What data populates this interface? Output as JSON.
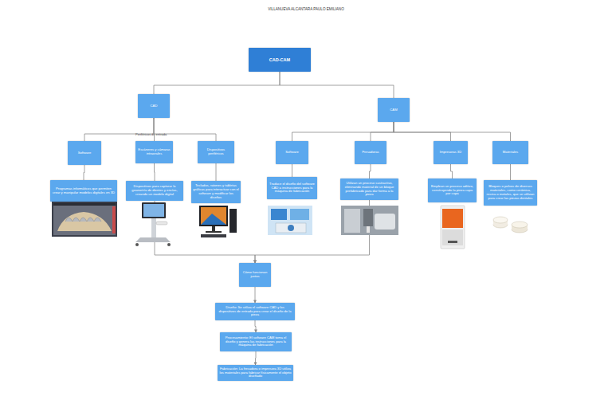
{
  "diagram": {
    "title": "VILLANUEVA ALCANTARA PAULO EMILIANO",
    "nodes": [
      {
        "text": [
          "CAD-CAM"
        ]
      },
      {
        "text": [
          "CAD"
        ]
      },
      {
        "text": [
          "CAM"
        ]
      },
      {
        "text": [
          "Software"
        ]
      },
      {
        "text": [
          "Escáneres y cámaras intraorales"
        ]
      },
      {
        "text": [
          "Dispositivos periféricos"
        ]
      },
      {
        "text": [
          "Programas informáticos que permiten crear y manipular modelos digitales en 3D"
        ]
      },
      {
        "text": [
          "Dispositivos para capturar la geometría de dientes y encías, creando un modelo digital"
        ]
      },
      {
        "text": [
          "Teclados, ratones y tabletas gráficas para interactuar con el software y modificar los diseños"
        ]
      },
      {
        "text": [
          "Software"
        ]
      },
      {
        "text": [
          "Fresadoras"
        ]
      },
      {
        "text": [
          "Impresoras 3D"
        ]
      },
      {
        "text": [
          "Materiales"
        ]
      },
      {
        "text": [
          "Traduce el diseño del software CAD a instrucciones para la máquina de fabricación"
        ]
      },
      {
        "text": [
          "Utilizan un proceso sustractivo, eliminando material de un bloque prefabricado para dar forma a la pieza"
        ]
      },
      {
        "text": [
          "Emplean un proceso aditivo, construyendo la pieza capa por capa"
        ]
      },
      {
        "text": [
          "Bloques o polvos de diversos materiales, como cerámica, resina o metales, que se utilizan para crear las piezas dentales"
        ]
      },
      {
        "text": [
          "Cómo funcionan juntos"
        ]
      },
      {
        "text": [
          "Diseño: Se utiliza el software CAD y los dispositivos de entrada para crear el diseño de la pieza"
        ]
      },
      {
        "text": [
          "Procesamiento: El software CAM toma el diseño y genera las instrucciones para la máquina de fabricación"
        ]
      },
      {
        "text": [
          "Fabricación: La fresadora o impresora 3D utiliza los materiales para fabricar físicamente el objeto diseñado"
        ]
      }
    ],
    "edges": [
      {
        "from": 0,
        "to": 1,
        "arrow": "none"
      },
      {
        "from": 0,
        "to": 2,
        "arrow": "none"
      },
      {
        "from": 1,
        "to": 3,
        "arrow": "none"
      },
      {
        "from": 1,
        "to": 4,
        "arrow": "none"
      },
      {
        "from": 1,
        "to": 5,
        "arrow": "none"
      },
      {
        "from": 2,
        "to": 9,
        "arrow": "none"
      },
      {
        "from": 2,
        "to": 10,
        "arrow": "none"
      },
      {
        "from": 2,
        "to": 11,
        "arrow": "none"
      },
      {
        "from": 2,
        "to": 12,
        "arrow": "none"
      },
      {
        "from": 3,
        "to": 6,
        "arrow": "none"
      },
      {
        "from": 4,
        "to": 7,
        "arrow": "none"
      },
      {
        "from": 5,
        "to": 8,
        "arrow": "none"
      },
      {
        "from": 9,
        "to": 13,
        "arrow": "none"
      },
      {
        "from": 10,
        "to": 14,
        "arrow": "none"
      },
      {
        "from": 11,
        "to": 15,
        "arrow": "none"
      },
      {
        "from": 12,
        "to": 16,
        "arrow": "none"
      },
      {
        "from": 7,
        "to": 17,
        "arrow": "to"
      },
      {
        "from": 14,
        "to": 17,
        "arrow": "to"
      },
      {
        "from": 17,
        "to": 18,
        "arrow": "to"
      },
      {
        "from": 18,
        "to": 19,
        "arrow": "to"
      },
      {
        "from": 19,
        "to": 20,
        "arrow": "to"
      }
    ],
    "labels": [
      "Periféricos de entrada"
    ]
  }
}
